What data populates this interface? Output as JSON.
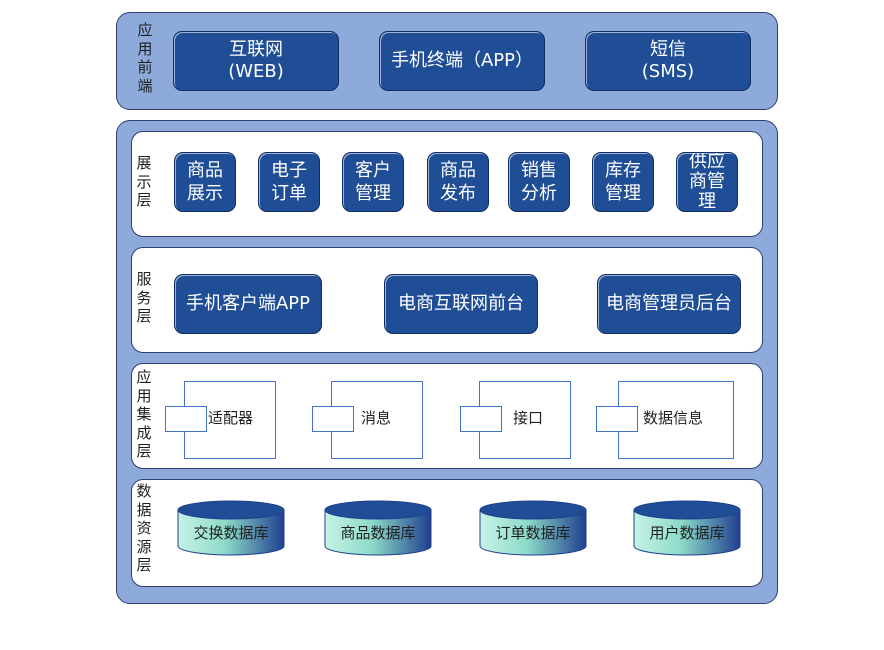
{
  "frontend": {
    "label": "应用前端",
    "items": [
      "互联网\n(WEB)",
      "手机终端（APP）",
      "短信\n(SMS)"
    ]
  },
  "presentation": {
    "label": "展示层",
    "items": [
      "商品\n展示",
      "电子\n订单",
      "客户\n管理",
      "商品\n发布",
      "销售\n分析",
      "库存\n管理",
      "供应\n商管\n理"
    ]
  },
  "service": {
    "label": "服务层",
    "items": [
      "手机客户端APP",
      "电商互联网前台",
      "电商管理员后台"
    ]
  },
  "integration": {
    "label": "应用集成层",
    "items": [
      "适配器",
      "消息",
      "接口",
      "数据信息"
    ]
  },
  "data_resource": {
    "label": "数据资源层",
    "items": [
      "交换数据库",
      "商品数据库",
      "订单数据库",
      "用户数据库"
    ]
  },
  "colors": {
    "panel": "#8eaadb",
    "button": "#1f4e96",
    "border": "#2f3f6f",
    "cylinder_side_light": "#c6f3e6",
    "cylinder_side_dark": "#1f3f8f"
  }
}
